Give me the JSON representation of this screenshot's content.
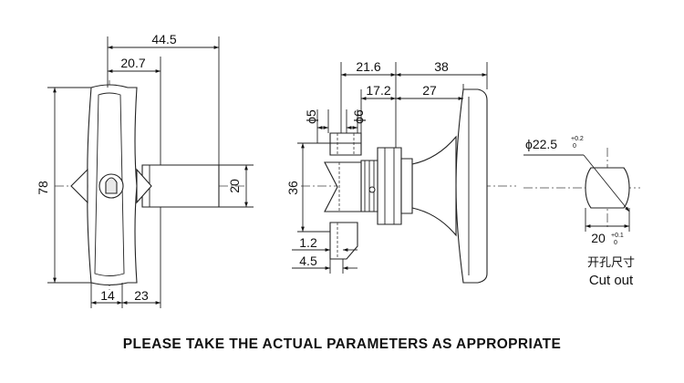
{
  "front_view": {
    "dim_overall_width": "44.5",
    "dim_half_width": "20.7",
    "dim_height": "78",
    "dim_shaft": "20",
    "dim_bottom_left": "14",
    "dim_bottom_right": "23"
  },
  "side_view": {
    "dim_top_left": "21.6",
    "dim_top_right": "38",
    "dim_mid_left": "17.2",
    "dim_mid_right": "27",
    "dim_phi5": "ϕ5",
    "dim_phi6": "ϕ6",
    "dim_36": "36",
    "dim_1_2": "1.2",
    "dim_4_5": "4.5"
  },
  "cutout": {
    "dia_label": "ϕ22.5",
    "dia_tol_upper": "+0.2",
    "dia_tol_lower": "0",
    "flat_label": "20",
    "flat_tol_upper": "+0.1",
    "flat_tol_lower": "0",
    "label_cn": "开孔尺寸",
    "label_en": "Cut out"
  },
  "note": "PLEASE TAKE THE ACTUAL PARAMETERS AS APPROPRIATE",
  "colors": {
    "line": "#222222",
    "text": "#111111",
    "background": "#ffffff"
  }
}
